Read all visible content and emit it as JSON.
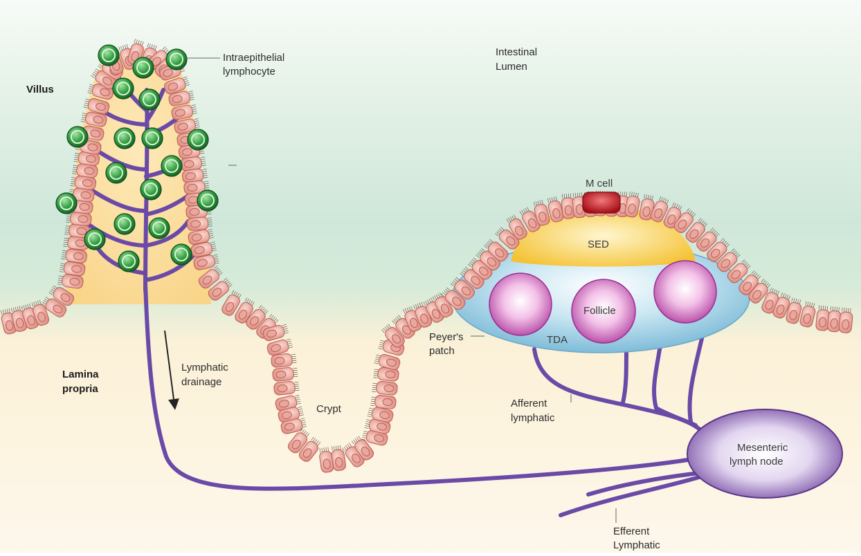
{
  "labels": {
    "villus": "Villus",
    "intraepithelial": [
      "Intraepithelial",
      "lymphocyte"
    ],
    "lumen": [
      "Intestinal",
      "Lumen"
    ],
    "m_cell": "M cell",
    "sed": "SED",
    "follicle": "Follicle",
    "tda": "TDA",
    "peyers": [
      "Peyer's",
      "patch"
    ],
    "lamina": [
      "Lamina",
      "propria"
    ],
    "lymphatic_drainage": [
      "Lymphatic",
      "drainage"
    ],
    "crypt": "Crypt",
    "afferent": [
      "Afferent",
      "lymphatic"
    ],
    "mesenteric": [
      "Mesenteric",
      "lymph node"
    ],
    "efferent": [
      "Efferent",
      "Lymphatic"
    ]
  },
  "colors": {
    "lymph_vessel": "#6a4aa6",
    "epithelium": "#e8a096",
    "lymphocyte": "#2e9a3e",
    "m_cell": "#c0141e",
    "sed": "#f5c63a",
    "dome_blue": "#8cc8e0",
    "follicle": "#b040a0",
    "lymph_node": "#6a3f9a"
  }
}
